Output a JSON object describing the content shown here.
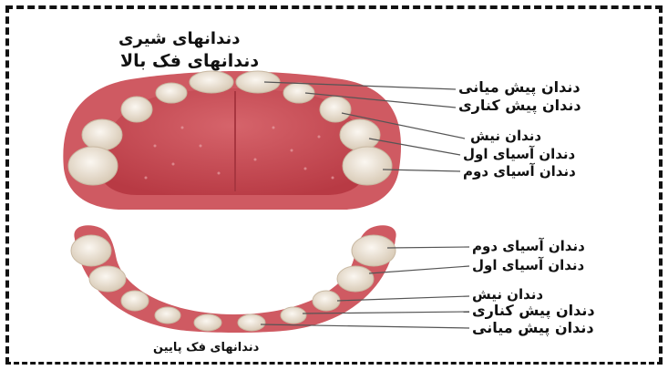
{
  "title": "دندانهای شیری",
  "subtitle": "دندانهای فک بالا",
  "upper_labels": [
    "دندان پیش میانی",
    "دندان پیش کناری",
    "دندان نیش",
    "دندان آسیای اول",
    "دندان آسیای دوم"
  ],
  "lower_labels": [
    "دندان آسیای دوم",
    "دندان آسیای اول",
    "دندان نیش",
    "دندان پیش کناری",
    "دندان پیش میانی"
  ],
  "lower_title": "دندانهای فک پایین",
  "colors": {
    "gum": "#cf5a62",
    "palate": "#c8464e",
    "tooth": "#f3ece2",
    "tooth_shade": "#d9cbb8",
    "leader_line": "#555555",
    "frame": "#111111"
  }
}
